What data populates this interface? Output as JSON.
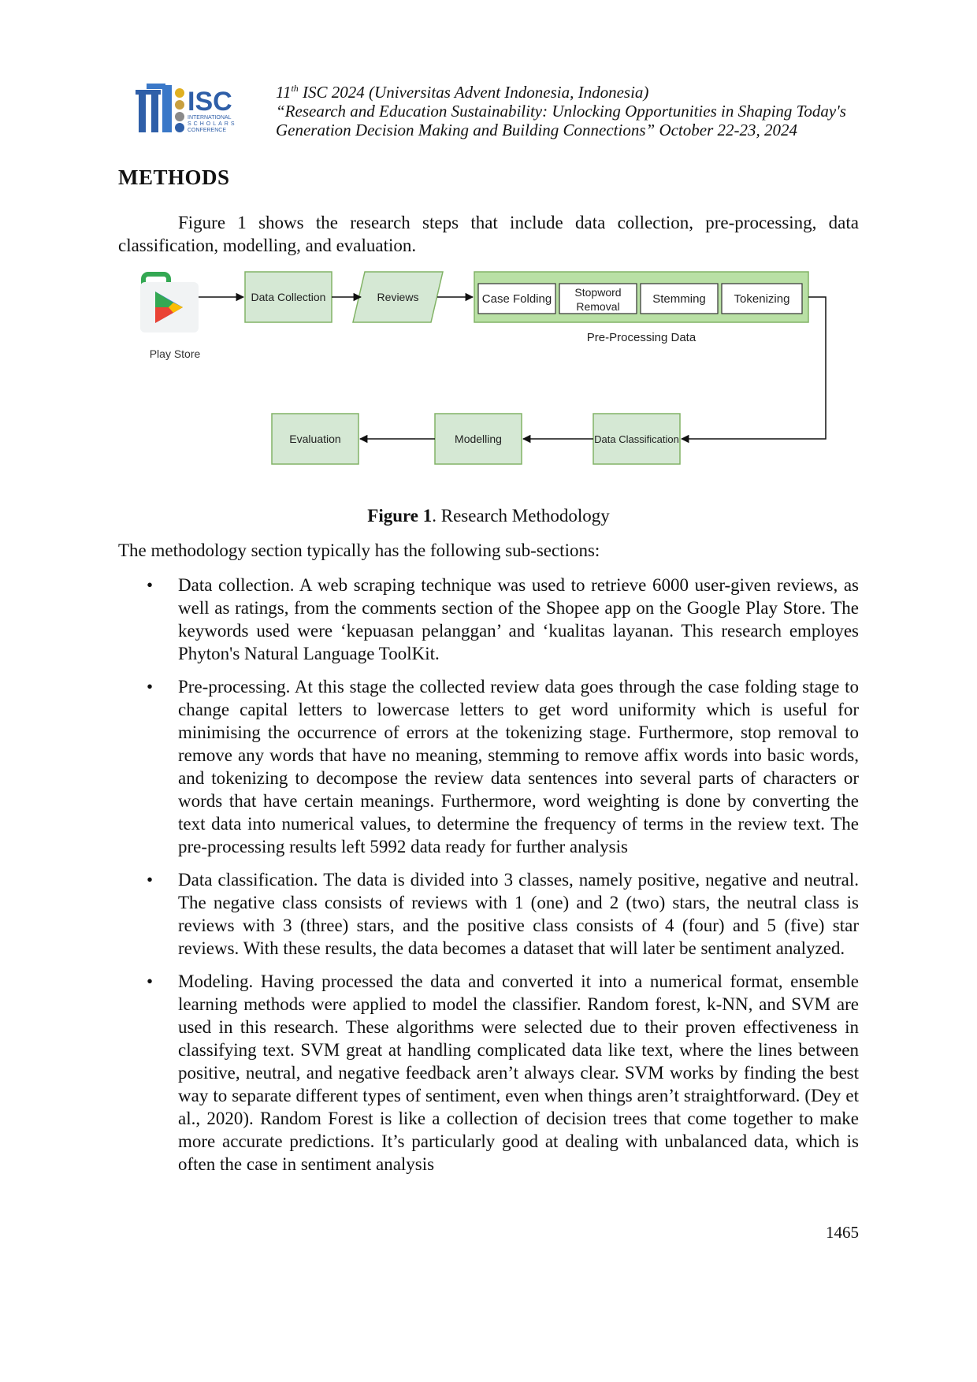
{
  "header": {
    "logo_text": "11 ISC INTERNATIONAL SCHOLARS CONFERENCE",
    "line1_num": "11",
    "line1_sup": "th",
    "line1_rest": " ISC 2024 (Universitas Advent Indonesia, Indonesia)",
    "line2": "“Research and Education Sustainability: Unlocking Opportunities in Shaping Today's",
    "line3": "Generation Decision Making and Building Connections” October 22-23, 2024"
  },
  "section_title": "METHODS",
  "intro_paragraph": "Figure 1 shows the research steps that include data collection, pre-processing, data classification, modelling, and evaluation.",
  "figure": {
    "play_store_label": "Play Store",
    "data_collection": "Data Collection",
    "reviews": "Reviews",
    "case_folding": "Case Folding",
    "stopword_line1": "Stopword",
    "stopword_line2": "Removal",
    "stemming": "Stemming",
    "tokenizing": "Tokenizing",
    "preprocessing_label": "Pre-Processing Data",
    "data_classification": "Data Classification",
    "modelling": "Modelling",
    "evaluation": "Evaluation",
    "colors": {
      "box_fill": "#d5e8d4",
      "box_stroke": "#82b366",
      "group_fill": "#b9e0a5"
    }
  },
  "caption": {
    "bold": "Figure 1",
    "rest": ". Research Methodology"
  },
  "sub_intro": "The methodology section typically has the following sub-sections:",
  "bullets": [
    "Data collection. A web scraping technique was used to retrieve 6000 user-given reviews, as well as ratings, from the comments section of the Shopee app on the Google Play Store. The keywords used were ‘kepuasan pelanggan’ and ‘kualitas layanan. This research employes Phyton's Natural Language ToolKit.",
    "Pre-processing.  At this stage the collected review data goes through the case folding stage to change capital letters to lowercase letters to get word uniformity which is useful for minimising the occurrence of errors at the tokenizing stage. Furthermore, stop removal to remove any words that have no meaning, stemming to remove affix words into basic words, and tokenizing to decompose the review data sentences into several parts of characters or words that have certain meanings. Furthermore, word weighting is done by converting the text data into numerical values, to determine the frequency of terms in the review text. The pre-processing results left 5992 data ready for further analysis",
    "Data classification. The data is divided into 3 classes, namely positive, negative and neutral. The negative class consists of reviews with 1 (one) and 2 (two) stars, the neutral class is reviews with 3 (three) stars, and the positive class consists of 4 (four) and 5 (five) star reviews. With these results, the data becomes a dataset that will later be sentiment analyzed.",
    "Modeling. Having processed the data and converted it into a numerical format, ensemble learning methods were applied to model the classifier. Random forest, k-NN, and SVM are used in this research. These algorithms were selected due to their proven effectiveness in classifying text. SVM great at handling complicated data like text, where the lines between positive, neutral, and negative feedback aren’t always clear. SVM works by finding the best way to separate different types of sentiment, even when things aren’t straightforward. (Dey et al., 2020). Random Forest is like a collection of decision trees that come together to make more accurate predictions. It’s particularly good at dealing with unbalanced data, which is often the case in sentiment analysis"
  ],
  "page_number": "1465"
}
